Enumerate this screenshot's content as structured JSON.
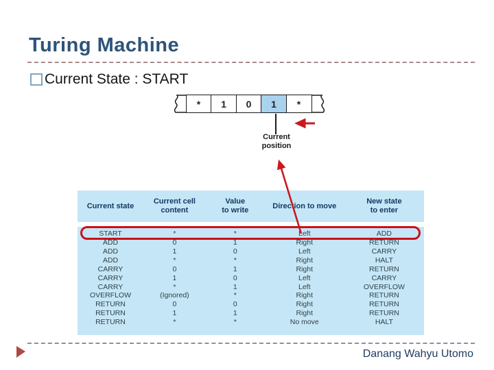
{
  "slide": {
    "title": "Turing Machine",
    "bullet": {
      "text": "Current State : START"
    },
    "footer": "Danang Wahyu Utomo"
  },
  "tape": {
    "cells": [
      {
        "value": "*",
        "highlighted": false
      },
      {
        "value": "1",
        "highlighted": false
      },
      {
        "value": "0",
        "highlighted": false
      },
      {
        "value": "1",
        "highlighted": true
      },
      {
        "value": "*",
        "highlighted": false
      }
    ],
    "pointer_label": "Current\nposition"
  },
  "table": {
    "headers": [
      "Current state",
      "Current cell\ncontent",
      "Value\nto write",
      "Direction to move",
      "New state\nto enter"
    ],
    "rows": [
      [
        "START",
        "*",
        "*",
        "Left",
        "ADD"
      ],
      [
        "ADD",
        "0",
        "1",
        "Right",
        "RETURN"
      ],
      [
        "ADD",
        "1",
        "0",
        "Left",
        "CARRY"
      ],
      [
        "ADD",
        "*",
        "*",
        "Right",
        "HALT"
      ],
      [
        "CARRY",
        "0",
        "1",
        "Right",
        "RETURN"
      ],
      [
        "CARRY",
        "1",
        "0",
        "Left",
        "CARRY"
      ],
      [
        "CARRY",
        "*",
        "1",
        "Left",
        "OVERFLOW"
      ],
      [
        "OVERFLOW",
        "(Ignored)",
        "*",
        "Right",
        "RETURN"
      ],
      [
        "RETURN",
        "0",
        "0",
        "Right",
        "RETURN"
      ],
      [
        "RETURN",
        "1",
        "1",
        "Right",
        "RETURN"
      ],
      [
        "RETURN",
        "*",
        "*",
        "No move",
        "HALT"
      ]
    ],
    "highlighted_row": 0
  },
  "colors": {
    "title_blue": "#2d5379",
    "table_bg": "#c5e6f6",
    "tape_highlight": "#a8d2ee",
    "accent_red": "#c9191e",
    "marker_red": "#ae4a44",
    "header_navy": "#123a63"
  }
}
